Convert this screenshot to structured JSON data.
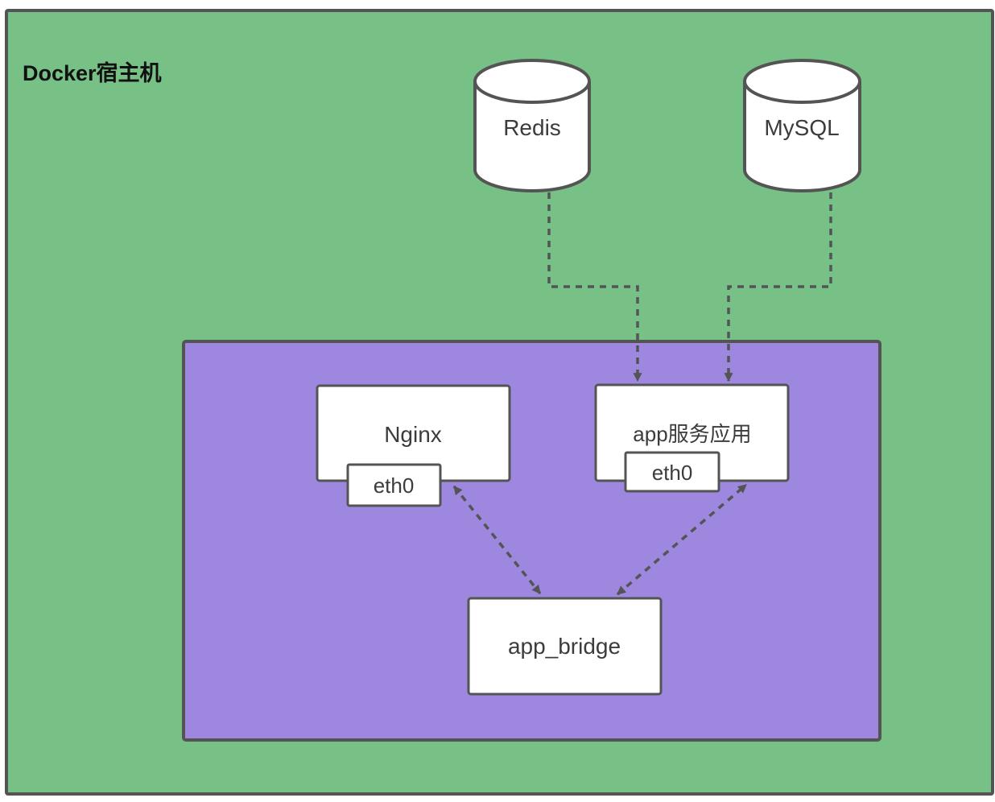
{
  "diagram": {
    "title": "Docker宿主机",
    "nodes": {
      "redis": {
        "label": "Redis",
        "shape": "cylinder"
      },
      "mysql": {
        "label": "MySQL",
        "shape": "cylinder"
      },
      "nginx": {
        "label": "Nginx",
        "shape": "rect"
      },
      "app": {
        "label": "app服务应用",
        "shape": "rect"
      },
      "nginx_eth0": {
        "label": "eth0",
        "shape": "rect"
      },
      "app_eth0": {
        "label": "eth0",
        "shape": "rect"
      },
      "bridge": {
        "label": "app_bridge",
        "shape": "rect"
      }
    },
    "connections": [
      {
        "from": "redis",
        "to": "app",
        "style": "dashed",
        "direction": "one-way"
      },
      {
        "from": "mysql",
        "to": "app",
        "style": "dashed",
        "direction": "one-way"
      },
      {
        "from": "nginx_eth0",
        "to": "bridge",
        "style": "dashed",
        "direction": "two-way"
      },
      {
        "from": "app_eth0",
        "to": "bridge",
        "style": "dashed",
        "direction": "two-way"
      }
    ],
    "colors": {
      "host_background": "#77c086",
      "network_background": "#9d87df",
      "stroke": "#545454",
      "node_background": "#ffffff",
      "text": "#3c3c3c"
    }
  }
}
